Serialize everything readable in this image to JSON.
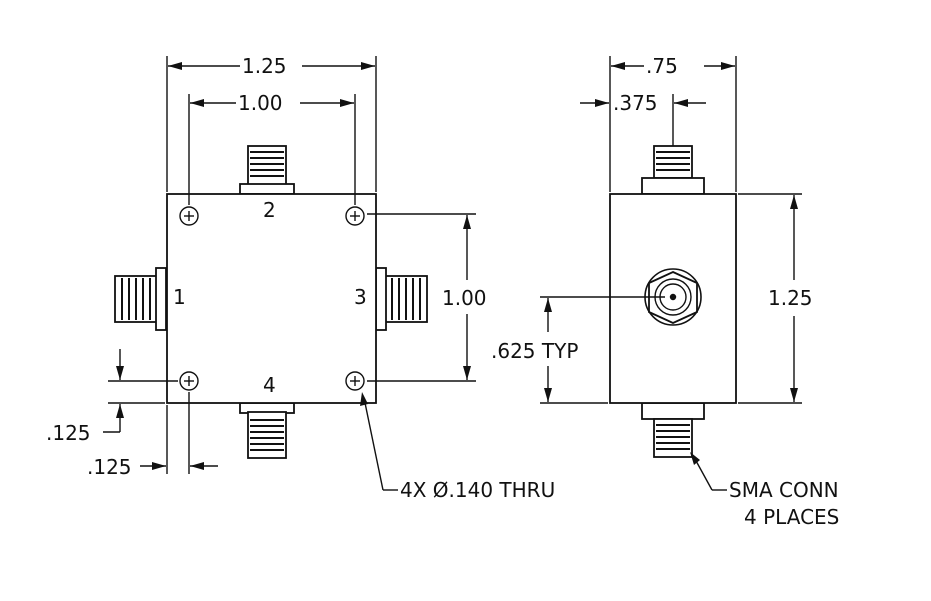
{
  "drawing": {
    "port_labels": [
      "1",
      "2",
      "3",
      "4"
    ],
    "dimensions": {
      "overall_width": "1.25",
      "hole_spacing_horizontal": "1.00",
      "hole_spacing_vertical": "1.00",
      "hole_offset_vertical": ".125",
      "hole_offset_horizontal": ".125",
      "side_width": ".75",
      "side_half_width": ".375",
      "side_height": "1.25",
      "connector_center": ".625 TYP"
    },
    "callouts": {
      "mounting_holes": "4X Ø.140 THRU",
      "connector_line1": "SMA CONN",
      "connector_line2": "4 PLACES"
    }
  }
}
